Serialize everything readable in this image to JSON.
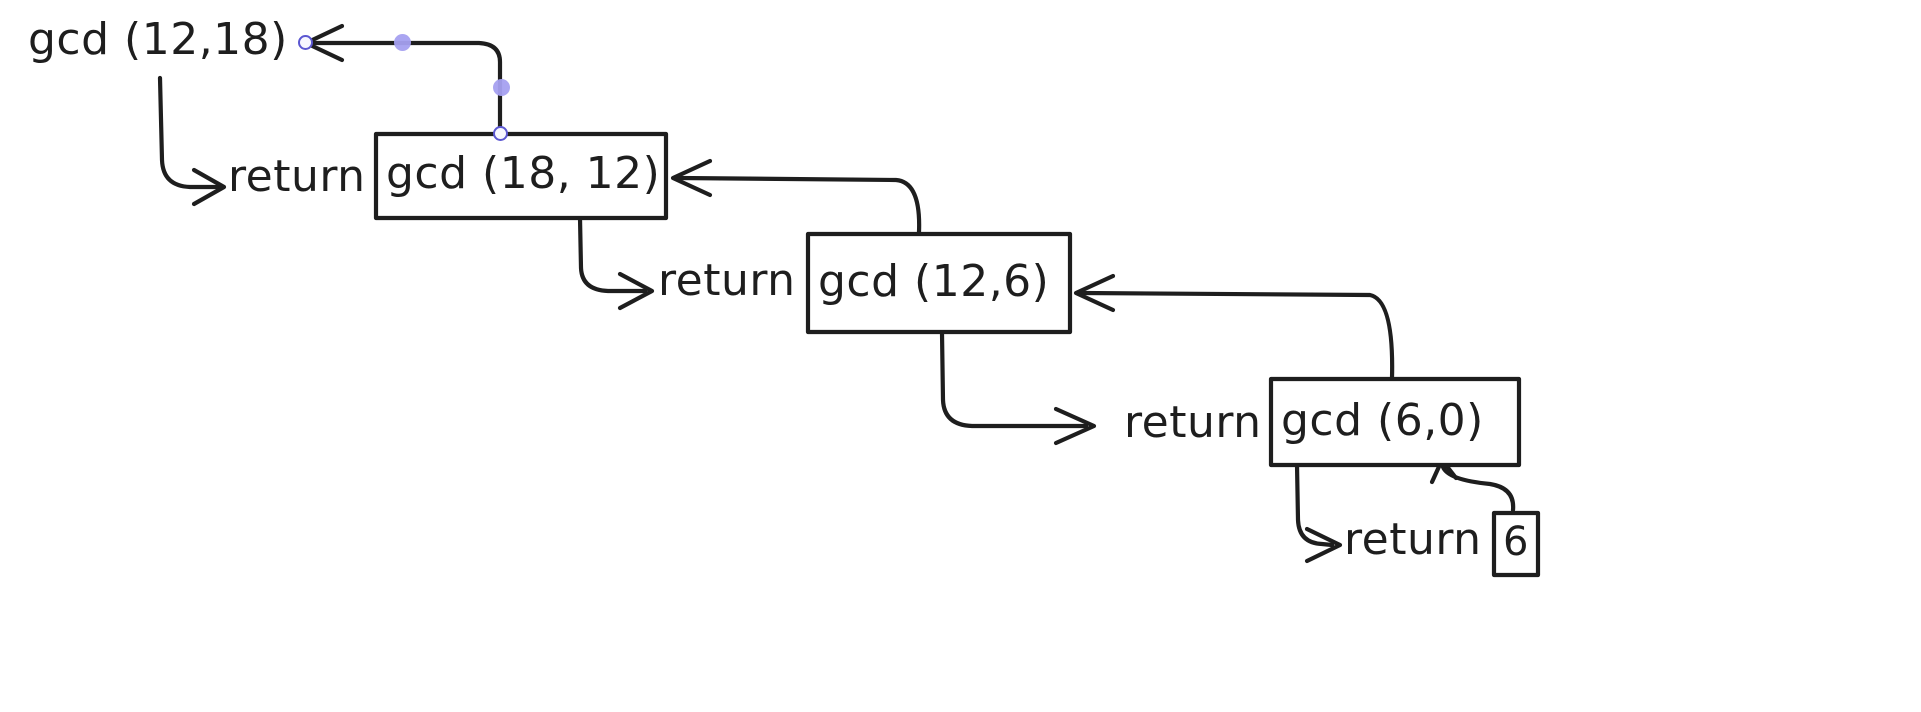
{
  "diagram": {
    "title": "gcd recursion trace",
    "type": "recursion-call-trace",
    "stroke_color": "#1e1e1e",
    "background": "#ffffff",
    "selection_handle_color": "#a5a0f0",
    "selection_handle_outline": "#5b57d1"
  },
  "nodes": [
    {
      "id": "call0",
      "label": "gcd (12,18)",
      "boxed": false
    },
    {
      "id": "call1",
      "label": "gcd (18, 12)",
      "boxed": true
    },
    {
      "id": "call2",
      "label": "gcd (12,6)",
      "boxed": true
    },
    {
      "id": "call3",
      "label": "gcd (6,0)",
      "boxed": true
    },
    {
      "id": "value",
      "label": "6",
      "boxed": true
    }
  ],
  "return_labels": [
    {
      "id": "ret0",
      "label": "return"
    },
    {
      "id": "ret1",
      "label": "return"
    },
    {
      "id": "ret2",
      "label": "return"
    },
    {
      "id": "ret3",
      "label": "return"
    }
  ],
  "edges": [
    {
      "id": "edge-call-0-1",
      "from": "call0",
      "to": "call1",
      "direction": "down-right",
      "selected": false
    },
    {
      "id": "edge-call-1-2",
      "from": "call1",
      "to": "call2",
      "direction": "down-right",
      "selected": false
    },
    {
      "id": "edge-call-2-3",
      "from": "call2",
      "to": "call3",
      "direction": "down-right",
      "selected": false
    },
    {
      "id": "edge-call-3-value",
      "from": "call3",
      "to": "value",
      "direction": "down-right",
      "selected": false
    },
    {
      "id": "edge-return-value-3",
      "from": "value",
      "to": "call3",
      "direction": "up",
      "selected": false
    },
    {
      "id": "edge-return-3-2",
      "from": "call3",
      "to": "call2",
      "direction": "up-left",
      "selected": false
    },
    {
      "id": "edge-return-2-1",
      "from": "call2",
      "to": "call1",
      "direction": "up-left",
      "selected": false
    },
    {
      "id": "edge-return-1-0",
      "from": "call1",
      "to": "call0",
      "direction": "up-left",
      "selected": true
    }
  ]
}
